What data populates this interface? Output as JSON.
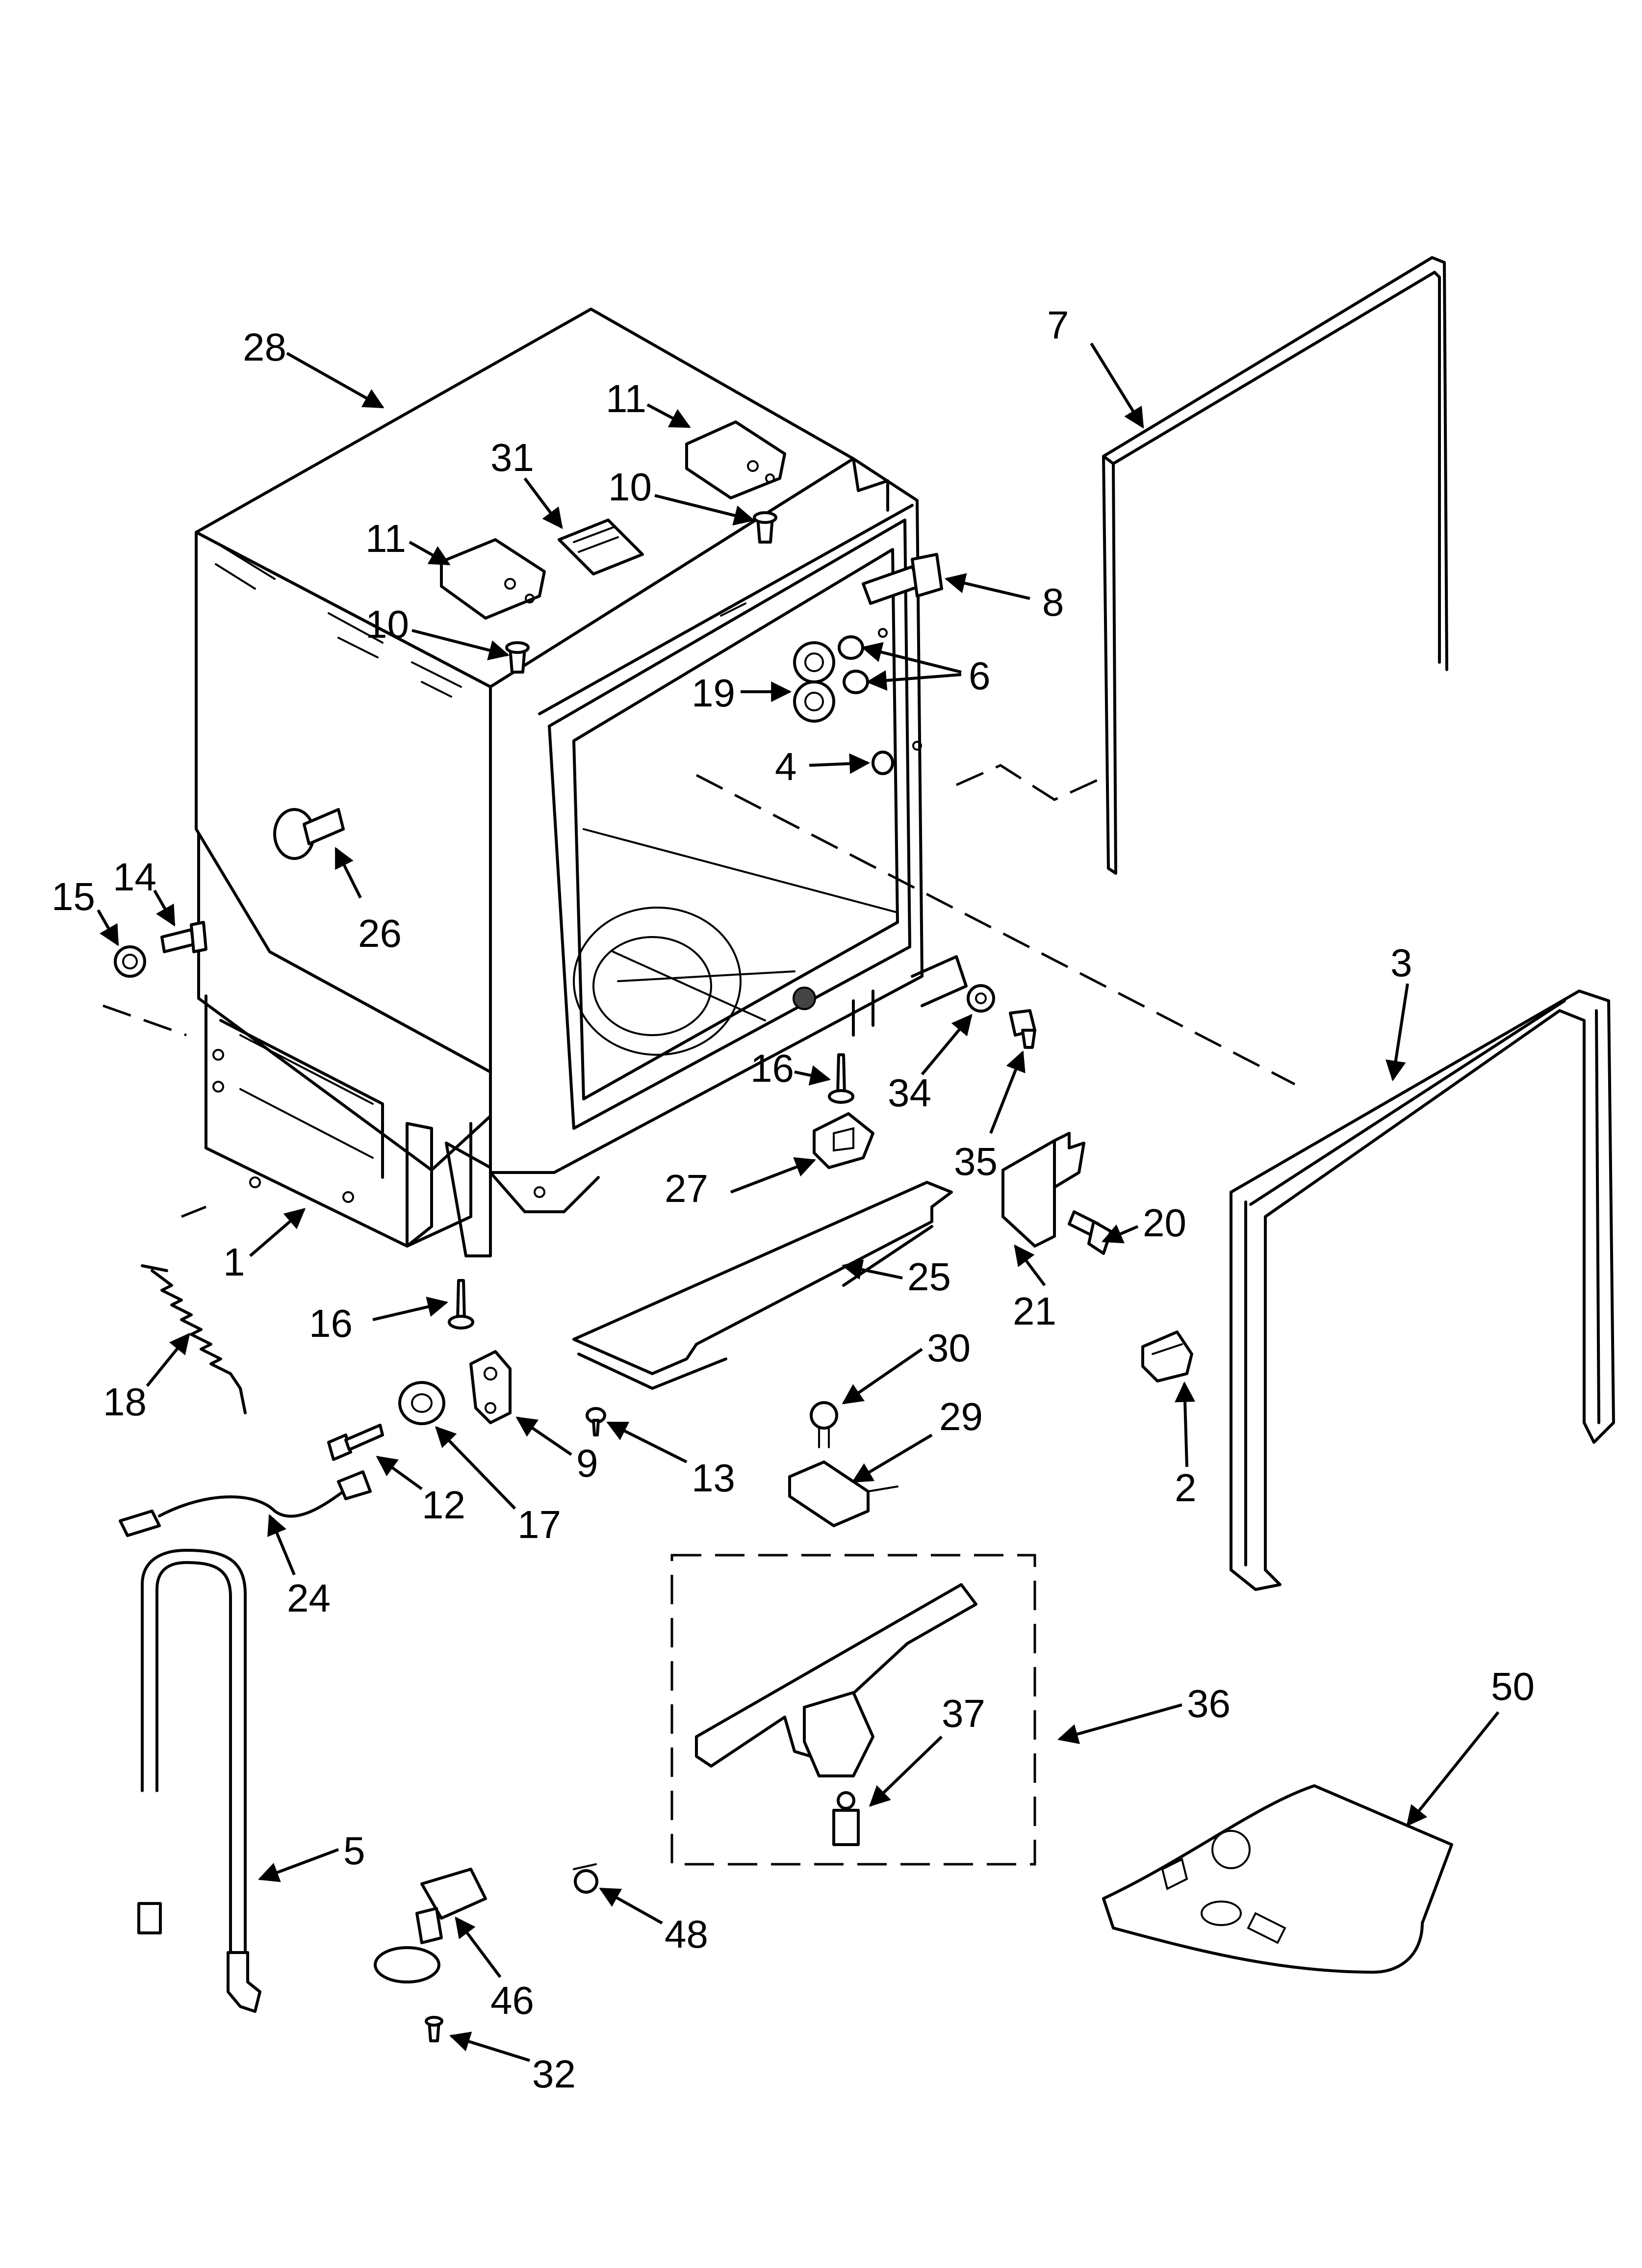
{
  "callouts": [
    {
      "id": "28",
      "label": "28"
    },
    {
      "id": "11a",
      "label": "11"
    },
    {
      "id": "31",
      "label": "31"
    },
    {
      "id": "10a",
      "label": "10"
    },
    {
      "id": "11b",
      "label": "11"
    },
    {
      "id": "10b",
      "label": "10"
    },
    {
      "id": "7",
      "label": "7"
    },
    {
      "id": "8",
      "label": "8"
    },
    {
      "id": "6",
      "label": "6"
    },
    {
      "id": "19",
      "label": "19"
    },
    {
      "id": "4",
      "label": "4"
    },
    {
      "id": "26",
      "label": "26"
    },
    {
      "id": "15",
      "label": "15"
    },
    {
      "id": "14",
      "label": "14"
    },
    {
      "id": "3",
      "label": "3"
    },
    {
      "id": "16a",
      "label": "16"
    },
    {
      "id": "34",
      "label": "34"
    },
    {
      "id": "27",
      "label": "27"
    },
    {
      "id": "35",
      "label": "35"
    },
    {
      "id": "20",
      "label": "20"
    },
    {
      "id": "21",
      "label": "21"
    },
    {
      "id": "25",
      "label": "25"
    },
    {
      "id": "1",
      "label": "1"
    },
    {
      "id": "16b",
      "label": "16"
    },
    {
      "id": "18",
      "label": "18"
    },
    {
      "id": "30",
      "label": "30"
    },
    {
      "id": "2",
      "label": "2"
    },
    {
      "id": "9",
      "label": "9"
    },
    {
      "id": "13",
      "label": "13"
    },
    {
      "id": "29",
      "label": "29"
    },
    {
      "id": "12",
      "label": "12"
    },
    {
      "id": "17",
      "label": "17"
    },
    {
      "id": "24",
      "label": "24"
    },
    {
      "id": "36",
      "label": "36"
    },
    {
      "id": "37",
      "label": "37"
    },
    {
      "id": "50",
      "label": "50"
    },
    {
      "id": "5",
      "label": "5"
    },
    {
      "id": "48",
      "label": "48"
    },
    {
      "id": "46",
      "label": "46"
    },
    {
      "id": "32",
      "label": "32"
    }
  ]
}
